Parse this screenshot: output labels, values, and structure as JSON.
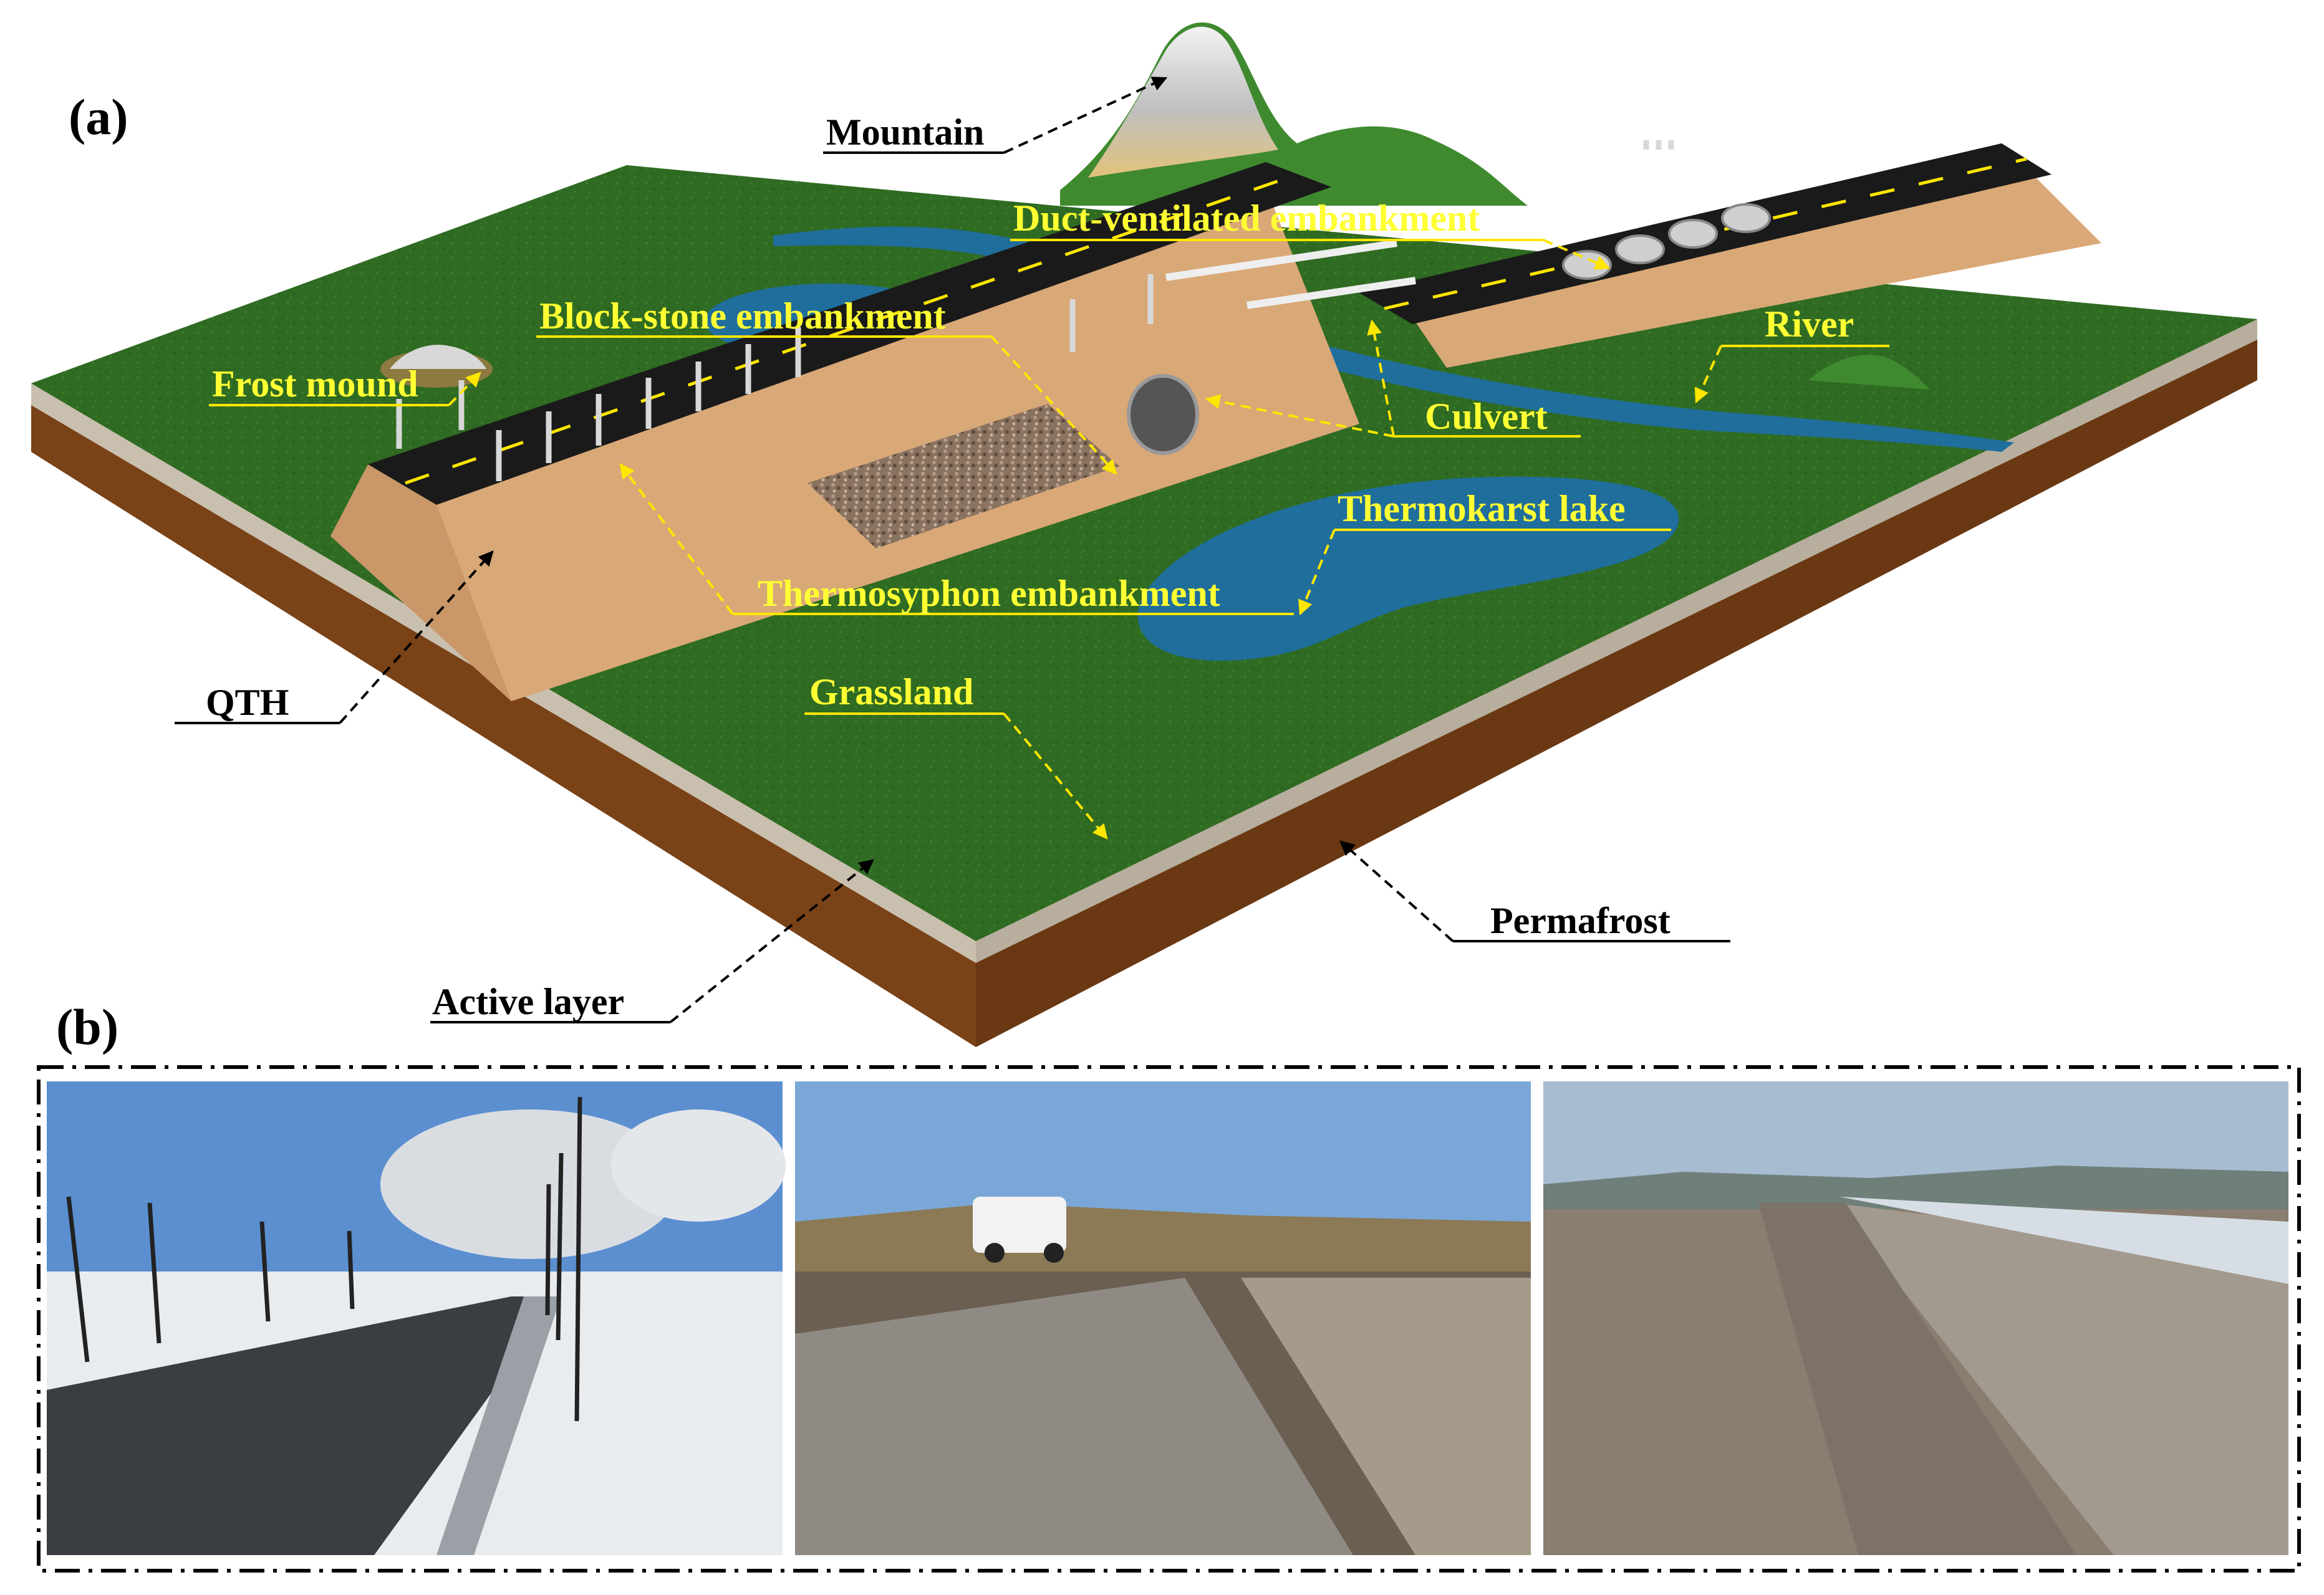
{
  "figure": {
    "panel_a_label": "(a)",
    "panel_b_label": "(b)"
  },
  "labels": {
    "mountain": "Mountain",
    "duct_ventilated": "Duct-ventilated embankment",
    "block_stone": "Block-stone embankment",
    "river": "River",
    "frost_mound": "Frost mound",
    "culvert": "Culvert",
    "thermokarst_lake": "Thermokarst lake",
    "thermosyphon": "Thermosyphon embankment",
    "qth": "QTH",
    "grassland": "Grassland",
    "permafrost": "Permafrost",
    "active_layer": "Active layer"
  },
  "photos": [
    {
      "depicts": "thermosyphon-embankment-photo"
    },
    {
      "depicts": "block-stone-embankment-photo"
    },
    {
      "depicts": "duct-ventilated-embankment-photo"
    }
  ],
  "colors": {
    "grass": "#2f6b22",
    "soil": "#7a4217",
    "active_layer": "#c9bfae",
    "embankment": "#d9a877",
    "road": "#1a1a1a",
    "water": "#1f6e9c",
    "label_yellow": "#ffff33",
    "arrow_yellow": "#ffe600"
  }
}
